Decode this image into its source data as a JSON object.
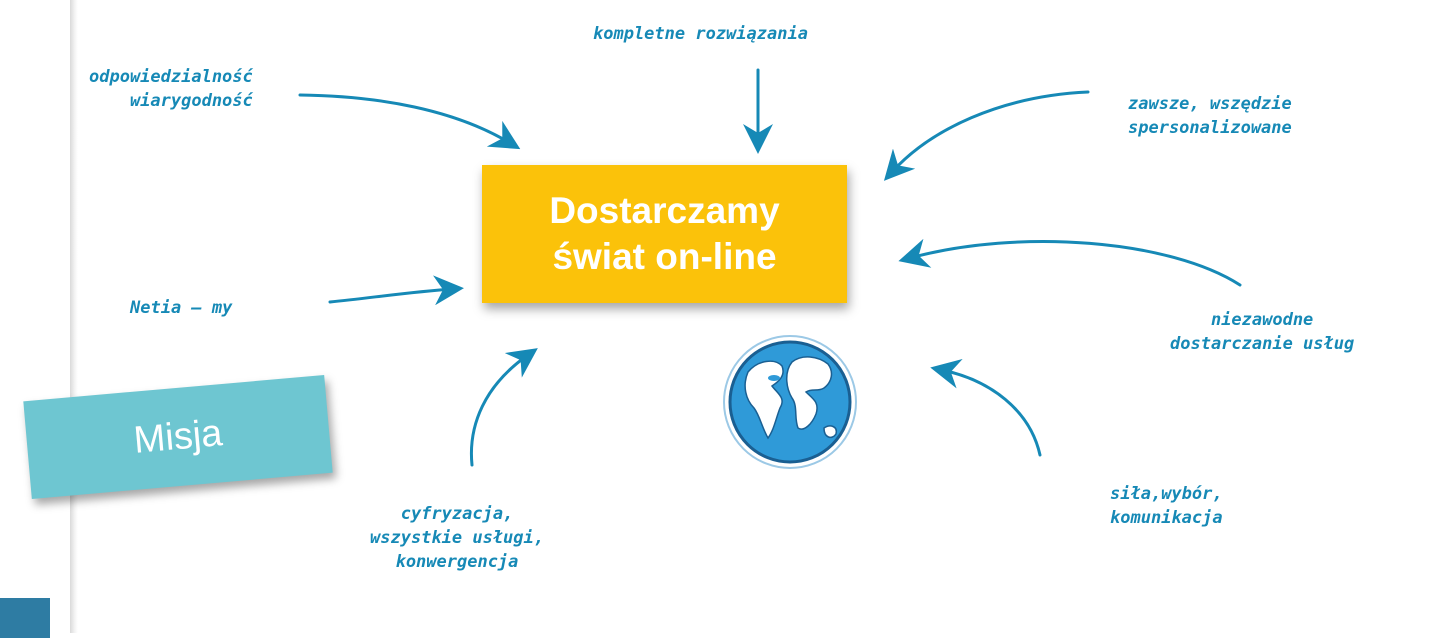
{
  "center_box": {
    "line1": "Dostarczamy",
    "line2": "świat on-line",
    "color": "#fbc20a"
  },
  "mission_tag": {
    "label": "Misja",
    "color": "#6ec6d1"
  },
  "label_color": "#1689b6",
  "labels": {
    "top": "kompletne rozwiązania",
    "top_left": [
      "odpowiedzialność",
      "wiarygodność"
    ],
    "top_right": [
      "zawsze, wszędzie",
      "spersonalizowane"
    ],
    "mid_left": "Netia – my",
    "mid_right": [
      "niezawodne",
      "dostarczanie usług"
    ],
    "bottom_left": [
      "cyfryzacja,",
      "wszystkie usługi,",
      "konwergencja"
    ],
    "bottom_right": [
      "siła,wybór,",
      "komunikacja"
    ]
  },
  "icons": {
    "globe": "globe-icon"
  }
}
